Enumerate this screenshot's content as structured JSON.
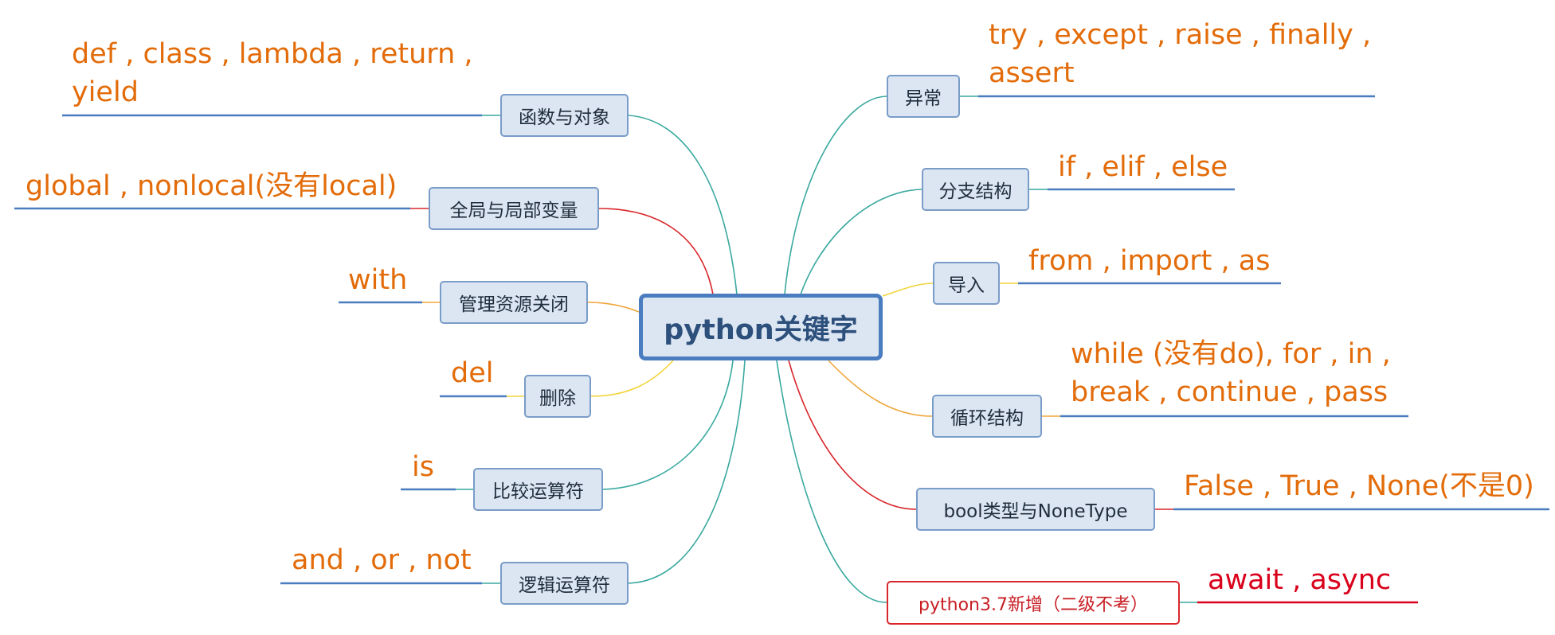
{
  "center": {
    "label": "python关键字"
  },
  "branches": [
    {
      "id": "func",
      "label": "函数与对象",
      "keywords": [
        "def , class , lambda , return ,",
        "yield"
      ]
    },
    {
      "id": "scope",
      "label": "全局与局部变量",
      "keywords": [
        "global , nonlocal(没有local)"
      ]
    },
    {
      "id": "ctx",
      "label": "管理资源关闭",
      "keywords": [
        "with"
      ]
    },
    {
      "id": "del",
      "label": "删除",
      "keywords": [
        "del"
      ]
    },
    {
      "id": "cmp",
      "label": "比较运算符",
      "keywords": [
        "is"
      ]
    },
    {
      "id": "logic",
      "label": "逻辑运算符",
      "keywords": [
        "and , or , not"
      ]
    },
    {
      "id": "except",
      "label": "异常",
      "keywords": [
        "try , except , raise , finally ,",
        "assert"
      ]
    },
    {
      "id": "branch",
      "label": "分支结构",
      "keywords": [
        "if , elif , else"
      ]
    },
    {
      "id": "import",
      "label": "导入",
      "keywords": [
        "from , import , as"
      ]
    },
    {
      "id": "loop",
      "label": "循环结构",
      "keywords": [
        "while (没有do), for , in ,",
        "break , continue , pass"
      ]
    },
    {
      "id": "bool",
      "label": "bool类型与NoneType",
      "keywords": [
        "False , True , None(不是0)"
      ]
    },
    {
      "id": "new37",
      "label": "python3.7新增（二级不考）",
      "keywords": [
        "await ,   async"
      ]
    }
  ],
  "colors": {
    "node_fill": "#dce6f2",
    "node_border": "#7a9cc8",
    "keyword_text": "#e36c0a",
    "underline": "#4a7cc0",
    "highlight_red": "#d9001b",
    "link_green": "#3aa99f",
    "link_red": "#d9262b",
    "link_yellow": "#f2d43c",
    "link_orange": "#f0a53a"
  }
}
